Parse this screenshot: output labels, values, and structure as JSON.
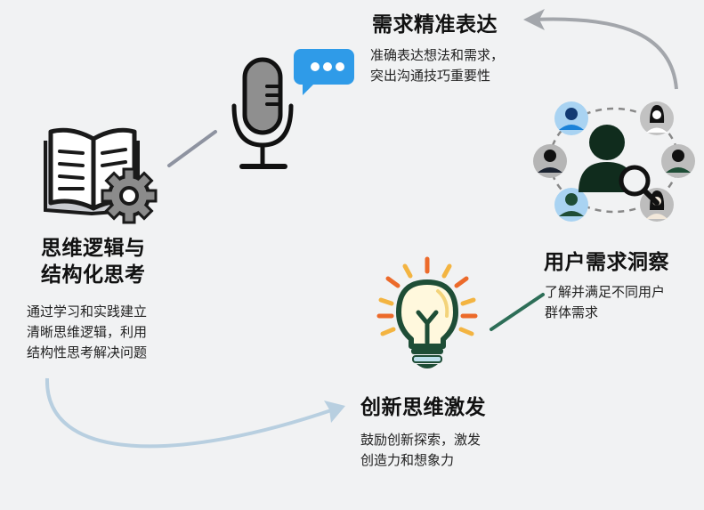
{
  "nodes": {
    "logic": {
      "title_lines": [
        "思维逻辑与",
        "结构化思考"
      ],
      "desc_lines": [
        "通过学习和实践建立",
        "清晰思维逻辑，利用",
        "结构性思考解决问题"
      ],
      "icon": "book-gear-icon"
    },
    "expression": {
      "title": "需求精准表达",
      "desc_lines": [
        "准确表达想法和需求，",
        "突出沟通技巧重要性"
      ],
      "icon": "microphone-chat-icon"
    },
    "insight": {
      "title": "用户需求洞察",
      "desc_lines": [
        "了解并满足不同用户",
        "群体需求"
      ],
      "icon": "user-search-network-icon"
    },
    "innovation": {
      "title": "创新思维激发",
      "desc_lines": [
        "鼓励创新探索，激发",
        "创造力和想象力"
      ],
      "icon": "lightbulb-icon"
    }
  },
  "colors": {
    "background": "#f1f2f3",
    "text": "#111111",
    "chat_blue": "#2f9be8",
    "bulb_green": "#1e4d36",
    "ray_orange": "#ec6a2a",
    "ray_yellow": "#f3b441",
    "connector_gray": "#9a9ea8",
    "connector_teal": "#2d6e57",
    "arrow_blue": "#b8cfe0"
  }
}
